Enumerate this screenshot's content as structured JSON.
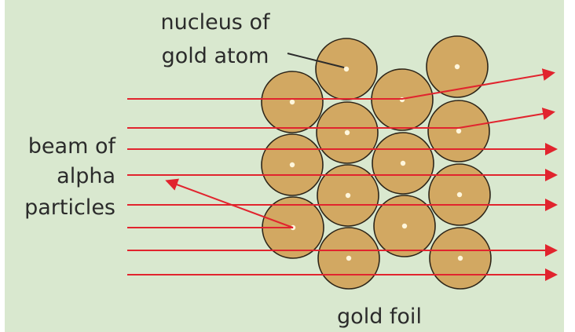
{
  "labels": {
    "nucleus_line1": "nucleus of",
    "nucleus_line2": "gold atom",
    "beam_line1": "beam of",
    "beam_line2": "alpha",
    "beam_line3": "particles",
    "foil": "gold foil"
  },
  "colors": {
    "background": "#d9e8cf",
    "atom_fill": "#d2a862",
    "atom_stroke": "#2c2418",
    "nucleus": "#fff6dc",
    "ray": "#e1242e",
    "text": "#2b2b2b",
    "pointer": "#2b2b2b"
  }
}
